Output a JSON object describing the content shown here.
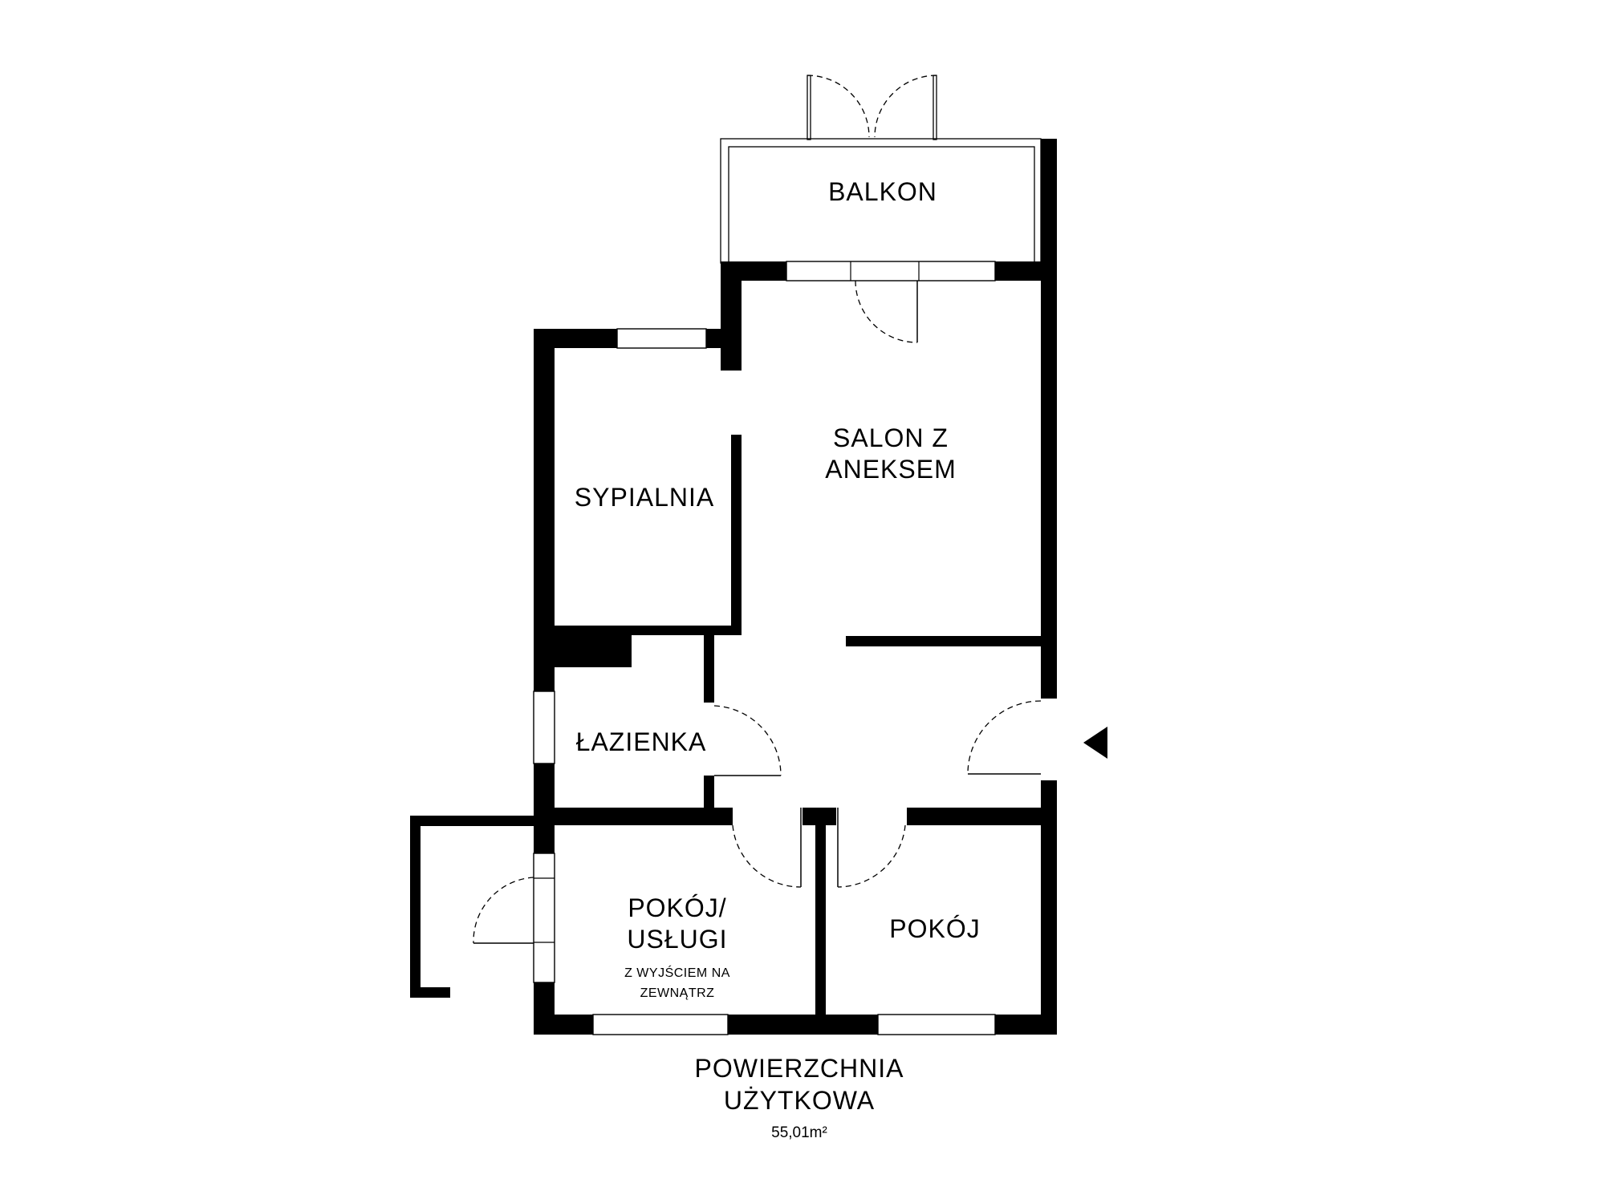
{
  "plan": {
    "rooms": {
      "balkon": "BALKON",
      "salon_line1": "SALON Z",
      "salon_line2": "ANEKSEM",
      "sypialnia": "SYPIALNIA",
      "lazienka": "ŁAZIENKA",
      "pokoj_uslugi_line1": "POKÓJ/",
      "pokoj_uslugi_line2": "USŁUGI",
      "pokoj_uslugi_note_line1": "Z WYJŚCIEM NA",
      "pokoj_uslugi_note_line2": "ZEWNĄTRZ",
      "pokoj": "POKÓJ"
    },
    "summary": {
      "label_line1": "POWIERZCHNIA",
      "label_line2": "UŻYTKOWA",
      "area": "55,01m²"
    },
    "entrance_icon": "entrance-arrow-icon",
    "colors": {
      "wall": "#000000",
      "background": "#ffffff"
    }
  }
}
